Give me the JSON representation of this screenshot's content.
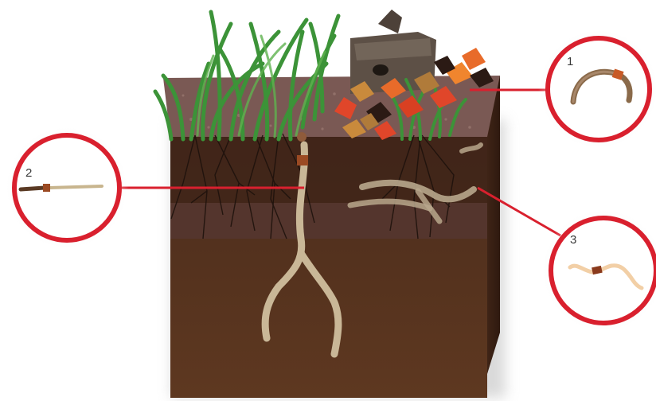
{
  "callouts": [
    {
      "label": "1",
      "organism": "anecic-earthworm-curled"
    },
    {
      "label": "2",
      "organism": "epigeic-earthworm-straight"
    },
    {
      "label": "3",
      "organism": "endogeic-earthworm-wavy"
    }
  ],
  "colors": {
    "callout_ring": "#d9202e",
    "leader_line": "#d9202e",
    "topsoil": "#4a2c1d",
    "subsoil": "#5a3520",
    "litter": "#7a5a55",
    "grass": "#3f9a3c",
    "burrow": "#c8b796",
    "worm_band": "#9b4a23"
  },
  "icons": [
    "grass-icon",
    "log-icon",
    "leaf-litter-icon",
    "root-icon",
    "burrow-icon",
    "earthworm-icon"
  ]
}
